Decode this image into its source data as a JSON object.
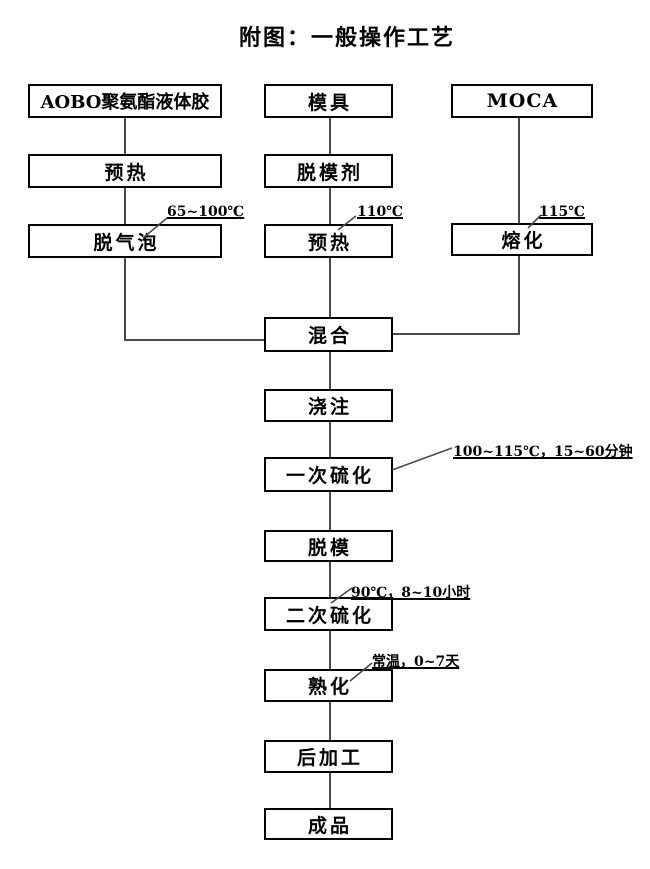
{
  "title": "附图：一般操作工艺",
  "nodes": {
    "aobo": {
      "label": "AOBO聚氨酯液体胶"
    },
    "mold": {
      "label": "模具"
    },
    "moca": {
      "label": "MOCA"
    },
    "preheat1": {
      "label": "预热"
    },
    "release_agent": {
      "label": "脱模剂"
    },
    "degas": {
      "label": "脱气泡"
    },
    "preheat2": {
      "label": "预热"
    },
    "melt": {
      "label": "熔化"
    },
    "mix": {
      "label": "混合"
    },
    "pour": {
      "label": "浇注"
    },
    "cure1": {
      "label": "一次硫化"
    },
    "demold": {
      "label": "脱模"
    },
    "cure2": {
      "label": "二次硫化"
    },
    "mature": {
      "label": "熟化"
    },
    "post_process": {
      "label": "后加工"
    },
    "finished": {
      "label": "成品"
    }
  },
  "annotations": {
    "degas_temp": {
      "label": "65~100℃",
      "attached_to": "degas"
    },
    "preheat2_temp": {
      "label": "110℃",
      "attached_to": "preheat2"
    },
    "melt_temp": {
      "label": "115℃",
      "attached_to": "melt"
    },
    "cure1_cond": {
      "label": "100~115℃，15~60分钟",
      "attached_to": "cure1"
    },
    "cure2_cond": {
      "label": "90℃，8~10小时",
      "attached_to": "cure2"
    },
    "mature_cond": {
      "label": "常温，0~7天",
      "attached_to": "mature"
    }
  },
  "edges": [
    {
      "from": "aobo",
      "to": "preheat1"
    },
    {
      "from": "preheat1",
      "to": "degas"
    },
    {
      "from": "degas",
      "to": "mix"
    },
    {
      "from": "mold",
      "to": "release_agent"
    },
    {
      "from": "release_agent",
      "to": "preheat2"
    },
    {
      "from": "preheat2",
      "to": "mix"
    },
    {
      "from": "moca",
      "to": "melt"
    },
    {
      "from": "melt",
      "to": "mix"
    },
    {
      "from": "mix",
      "to": "pour"
    },
    {
      "from": "pour",
      "to": "cure1"
    },
    {
      "from": "cure1",
      "to": "demold"
    },
    {
      "from": "demold",
      "to": "cure2"
    },
    {
      "from": "cure2",
      "to": "mature"
    },
    {
      "from": "mature",
      "to": "post_process"
    },
    {
      "from": "post_process",
      "to": "finished"
    }
  ],
  "colors": {
    "background": "#ffffff",
    "box_border": "#000000",
    "connector": "#4a4a4a",
    "text": "#000000"
  }
}
